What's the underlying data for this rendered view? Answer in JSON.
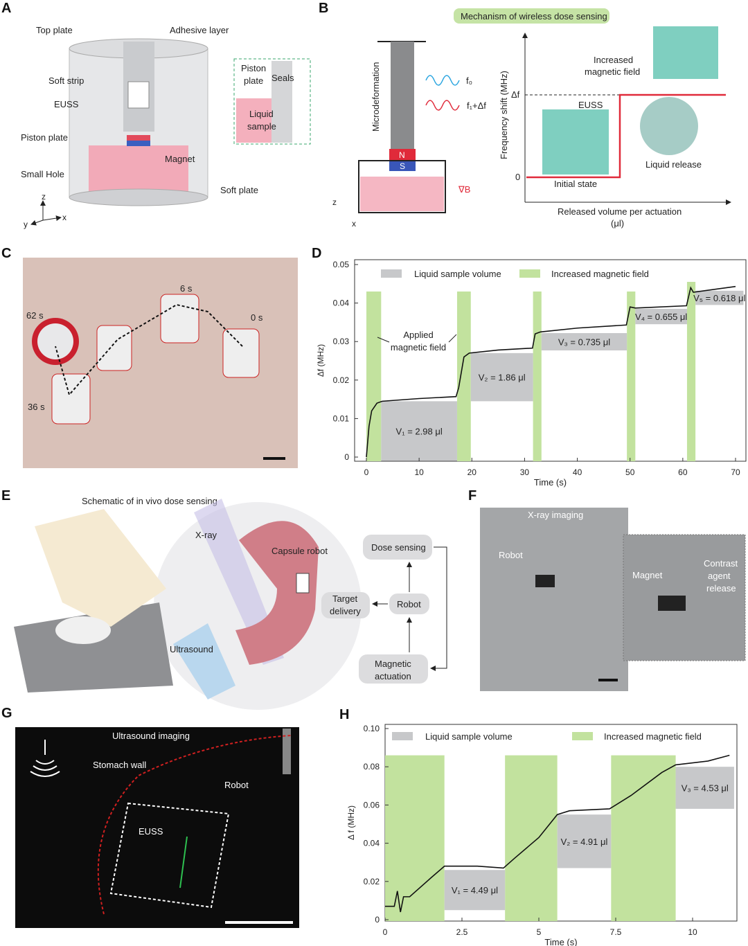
{
  "panels": {
    "A": "A",
    "B": "B",
    "C": "C",
    "D": "D",
    "E": "E",
    "F": "F",
    "G": "G",
    "H": "H"
  },
  "a": {
    "top_plate": "Top plate",
    "adhesive": "Adhesive layer",
    "soft_strip": "Soft strip",
    "euss": "EUSS",
    "piston_plate": "Piston plate",
    "magnet": "Magnet",
    "small_hole": "Small Hole",
    "soft_plate": "Soft plate",
    "inset_piston": "Piston",
    "inset_plate": "plate",
    "inset_seals": "Seals",
    "inset_liquid": "Liquid",
    "inset_sample": "sample",
    "axis_z": "z",
    "axis_y": "y",
    "axis_x": "x"
  },
  "b": {
    "title": "Mechanism of wireless dose sensing",
    "microdeformation": "Microdeformation",
    "f0": "f₀",
    "f1": "f₁+Δf",
    "N": "N",
    "S": "S",
    "gradB": "∇B",
    "ylabel": "Frequency shift (MHz)",
    "xlabel": "Released volume per actuation",
    "xunit": "(μl)",
    "df": "Δf",
    "zero": "0",
    "increased": "Increased",
    "magfield": "magnetic field",
    "euss": "EUSS",
    "initial": "Initial state",
    "release": "Liquid release",
    "axis_z": "z",
    "axis_x": "x"
  },
  "c": {
    "t0": "0 s",
    "t6": "6 s",
    "t36": "36 s",
    "t62": "62 s"
  },
  "e": {
    "title": "Schematic of in vivo dose sensing",
    "xray": "X-ray",
    "capsule": "Capsule robot",
    "ultrasound": "Ultrasound",
    "dose": "Dose sensing",
    "target1": "Target",
    "target2": "delivery",
    "robot": "Robot",
    "mag1": "Magnetic",
    "mag2": "actuation"
  },
  "f": {
    "title": "X-ray imaging",
    "robot": "Robot",
    "magnet": "Magnet",
    "contrast1": "Contrast",
    "contrast2": "agent",
    "contrast3": "release"
  },
  "g": {
    "title": "Ultrasound imaging",
    "stomach": "Stomach wall",
    "robot": "Robot",
    "euss": "EUSS"
  },
  "chart_data": [
    {
      "id": "D",
      "type": "line",
      "xlabel": "Time (s)",
      "ylabel": "Δf (MHz)",
      "xlim": [
        0,
        70
      ],
      "ylim": [
        0,
        0.05
      ],
      "xticks": [
        0,
        10,
        20,
        30,
        40,
        50,
        60,
        70
      ],
      "yticks": [
        "0",
        "0.01",
        "0.02",
        "0.03",
        "0.04",
        "0.05"
      ],
      "legend": [
        "Liquid sample volume",
        "Increased magnetic field"
      ],
      "annotation": [
        "Applied",
        "magnetic field"
      ],
      "field_intervals": [
        [
          0,
          2.8,
          0.043
        ],
        [
          17.2,
          19.8,
          0.043
        ],
        [
          31.6,
          33.2,
          0.043
        ],
        [
          49.4,
          51,
          0.043
        ],
        [
          60.8,
          62.4,
          0.0455
        ]
      ],
      "volumes": [
        {
          "x": [
            2.8,
            17.2
          ],
          "y": [
            -0.001,
            0.0145
          ],
          "label": "V₁ = 2.98 μl"
        },
        {
          "x": [
            19.8,
            31.6
          ],
          "y": [
            0.0145,
            0.027
          ],
          "label": "V₂ = 1.86 μl"
        },
        {
          "x": [
            33.2,
            49.4
          ],
          "y": [
            0.0277,
            0.0322
          ],
          "label": "V₃ = 0.735 μl"
        },
        {
          "x": [
            51,
            60.8
          ],
          "y": [
            0.0345,
            0.0385
          ],
          "label": "V₄ = 0.655 μl"
        },
        {
          "x": [
            62.4,
            71.5
          ],
          "y": [
            0.0395,
            0.0432
          ],
          "label": "V₅ = 0.618 μl"
        }
      ],
      "series": [
        {
          "name": "Δf",
          "x": [
            0,
            0.5,
            1,
            2,
            3,
            10,
            17,
            17.5,
            18.5,
            19.5,
            25,
            31.5,
            32,
            33,
            40,
            49.3,
            50,
            51,
            60.7,
            61.5,
            62,
            70
          ],
          "y": [
            0,
            0.008,
            0.012,
            0.014,
            0.0145,
            0.0152,
            0.0157,
            0.018,
            0.026,
            0.027,
            0.0278,
            0.0283,
            0.032,
            0.0325,
            0.0335,
            0.0343,
            0.039,
            0.0387,
            0.0393,
            0.044,
            0.0428,
            0.0443
          ]
        }
      ]
    },
    {
      "id": "H",
      "type": "line",
      "xlabel": "Time (s)",
      "ylabel": "Δ f (MHz)",
      "xlim": [
        0,
        11.5
      ],
      "ylim": [
        0,
        0.1
      ],
      "xticks": [
        "0",
        "2.5",
        "5",
        "7.5",
        "10"
      ],
      "yticks": [
        "0",
        "0.02",
        "0.04",
        "0.06",
        "0.08",
        "0.10"
      ],
      "legend": [
        "Liquid sample volume",
        "Increased magnetic field"
      ],
      "field_intervals": [
        [
          0,
          1.93,
          0.086
        ],
        [
          3.9,
          5.6,
          0.086
        ],
        [
          7.35,
          9.45,
          0.086
        ]
      ],
      "volumes": [
        {
          "x": [
            1.93,
            3.9
          ],
          "y": [
            0.005,
            0.026
          ],
          "label": "V₁ = 4.49 μl"
        },
        {
          "x": [
            5.6,
            7.35
          ],
          "y": [
            0.027,
            0.055
          ],
          "label": "V₂ = 4.91 μl"
        },
        {
          "x": [
            9.45,
            11.35
          ],
          "y": [
            0.058,
            0.08
          ],
          "label": "V₃ = 4.53 μl"
        }
      ],
      "series": [
        {
          "name": "Δf",
          "x": [
            0,
            0.3,
            0.4,
            0.5,
            0.6,
            0.8,
            1.5,
            1.93,
            3,
            3.85,
            4.2,
            5,
            5.6,
            6,
            7.3,
            8,
            9,
            9.45,
            10.5,
            11.2
          ],
          "y": [
            0.007,
            0.007,
            0.015,
            0.004,
            0.012,
            0.012,
            0.022,
            0.028,
            0.028,
            0.027,
            0.032,
            0.043,
            0.055,
            0.057,
            0.058,
            0.065,
            0.077,
            0.081,
            0.083,
            0.086
          ]
        }
      ]
    }
  ]
}
